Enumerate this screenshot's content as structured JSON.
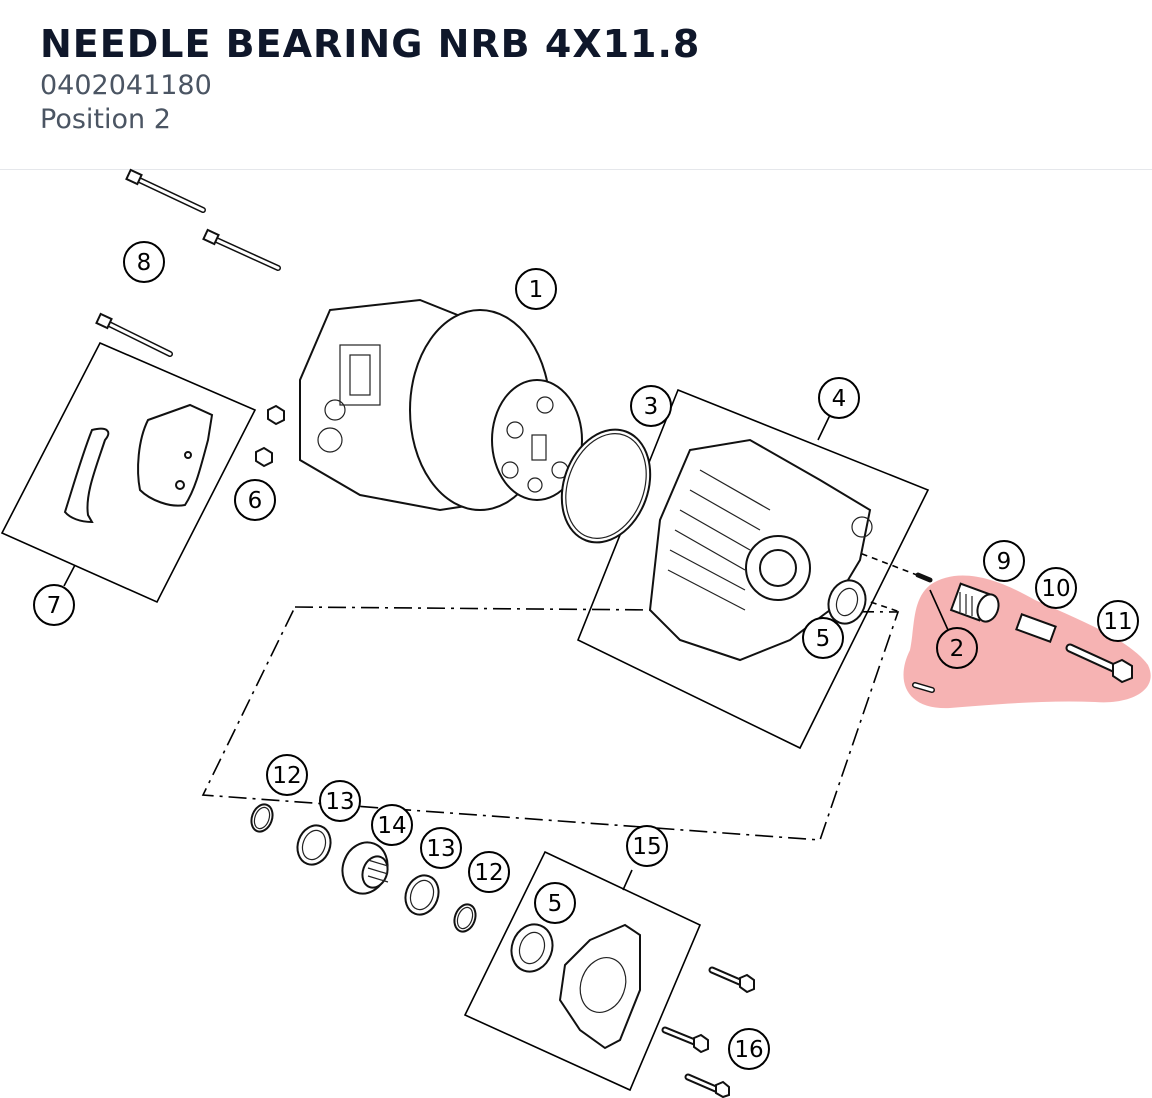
{
  "header": {
    "title": "NEEDLE BEARING NRB 4X11.8",
    "part_number": "0402041180",
    "position": "Position 2"
  },
  "colors": {
    "highlight": "#f08080",
    "title": "#0f172a",
    "subtitle": "#4b5563"
  },
  "callouts": [
    "1",
    "2",
    "3",
    "4",
    "5",
    "5",
    "6",
    "7",
    "8",
    "9",
    "10",
    "11",
    "12",
    "12",
    "13",
    "13",
    "14",
    "15",
    "16"
  ],
  "highlighted_position": "2"
}
